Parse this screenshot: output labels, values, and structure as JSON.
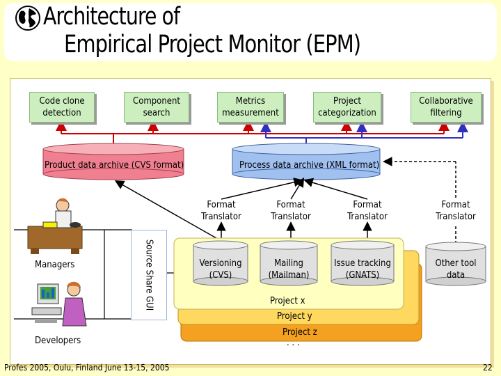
{
  "title": {
    "line1": "Architecture of",
    "line2": "Empirical Project Monitor (EPM)"
  },
  "tools": [
    {
      "label": "Code clone detection"
    },
    {
      "label": "Component search"
    },
    {
      "label": "Metrics measurement"
    },
    {
      "label": "Project categorization"
    },
    {
      "label": "Collaborative filtering"
    }
  ],
  "archives": {
    "product": "Product data archive (CVS format)",
    "process": "Process data archive (XML format)"
  },
  "translators": [
    "Format Translator",
    "Format Translator",
    "Format Translator",
    "Format Translator"
  ],
  "repositories": [
    {
      "label": "Versioning (CVS)"
    },
    {
      "label": "Mailing (Mailman)"
    },
    {
      "label": "Issue tracking (GNATS)"
    },
    {
      "label": "Other tool data"
    }
  ],
  "projects": {
    "x": "Project x",
    "y": "Project y",
    "z": "Project z",
    "more": ". . ."
  },
  "gui": "Source Share GUI",
  "users": {
    "managers": "Managers",
    "developers": "Developers"
  },
  "footer": "Profes 2005, Oulu, Finland June 13-15, 2005",
  "page_number": "22",
  "colors": {
    "background": "#FFFFC8",
    "tool_box": "#CDEFC0",
    "product_archive": "#F08090",
    "process_archive": "#A0C0F0",
    "project_x": "#FFFFC0",
    "project_y": "#FFD860",
    "project_z": "#F4A020",
    "arrow_red": "#CC0000",
    "arrow_blue": "#3030C0"
  },
  "icons": [
    "globe-icon",
    "manager-figure",
    "developer-figure"
  ]
}
